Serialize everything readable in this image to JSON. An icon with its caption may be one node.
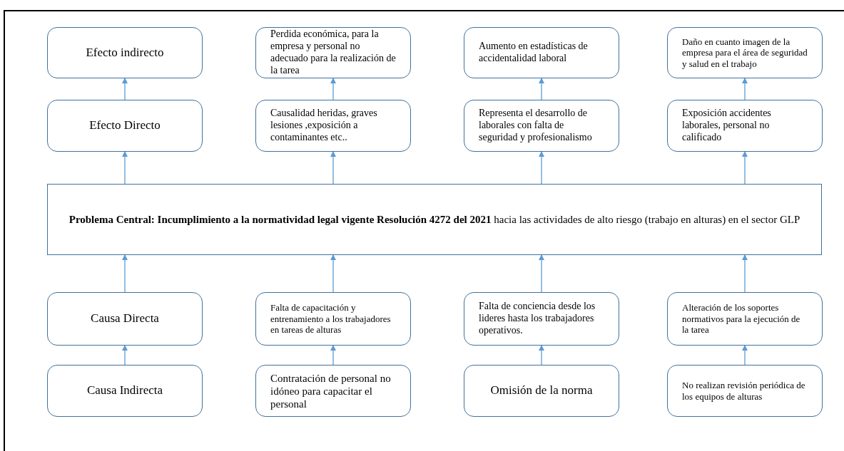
{
  "diagram": {
    "nodes": [
      {
        "text": [
          "Efecto indirecto"
        ]
      },
      {
        "text": [
          "Perdida económica, para la empresa y personal no adecuado para la realización de la tarea"
        ]
      },
      {
        "text": [
          "Aumento en estadísticas de accidentalidad laboral"
        ]
      },
      {
        "text": [
          "Daño en cuanto imagen de la empresa para el área de seguridad y salud en el trabajo"
        ]
      },
      {
        "text": [
          "Efecto Directo"
        ]
      },
      {
        "text": [
          "Causalidad heridas, graves lesiones ,exposición a contaminantes etc.."
        ]
      },
      {
        "text": [
          "Representa el desarrollo de laborales con falta de seguridad y profesionalismo"
        ]
      },
      {
        "text": [
          "Exposición accidentes laborales, personal no calificado"
        ]
      },
      {
        "text": [
          "**Problema Central: Incumplimiento a la normatividad legal vigente Resolución 4272 del 2021** hacia las actividades de alto riesgo (trabajo en alturas) en el sector GLP"
        ]
      },
      {
        "text": [
          "Causa Directa"
        ]
      },
      {
        "text": [
          "Falta de capacitación y entrenamiento a los trabajadores en tareas de alturas"
        ]
      },
      {
        "text": [
          "Falta de conciencia desde los lideres hasta los trabajadores operativos."
        ]
      },
      {
        "text": [
          "Alteración de los soportes normativos para la ejecución de la tarea"
        ]
      },
      {
        "text": [
          "Causa Indirecta"
        ]
      },
      {
        "text": [
          "Contratación de personal no idóneo para capacitar el personal"
        ]
      },
      {
        "text": [
          "Omisión de la norma"
        ]
      },
      {
        "text": [
          "No realizan revisión periódica de los equipos de alturas"
        ]
      }
    ],
    "edges": [
      {
        "from": 4,
        "to": 0,
        "arrow": "to"
      },
      {
        "from": 5,
        "to": 1,
        "arrow": "to"
      },
      {
        "from": 6,
        "to": 2,
        "arrow": "to"
      },
      {
        "from": 7,
        "to": 3,
        "arrow": "to"
      },
      {
        "from": 8,
        "to": 4,
        "arrow": "to"
      },
      {
        "from": 8,
        "to": 5,
        "arrow": "to"
      },
      {
        "from": 8,
        "to": 6,
        "arrow": "to"
      },
      {
        "from": 8,
        "to": 7,
        "arrow": "to"
      },
      {
        "from": 9,
        "to": 8,
        "arrow": "to"
      },
      {
        "from": 10,
        "to": 8,
        "arrow": "to"
      },
      {
        "from": 11,
        "to": 8,
        "arrow": "to"
      },
      {
        "from": 12,
        "to": 8,
        "arrow": "to"
      },
      {
        "from": 13,
        "to": 9,
        "arrow": "to"
      },
      {
        "from": 14,
        "to": 10,
        "arrow": "to"
      },
      {
        "from": 15,
        "to": 11,
        "arrow": "to"
      },
      {
        "from": 16,
        "to": 12,
        "arrow": "to"
      }
    ]
  }
}
